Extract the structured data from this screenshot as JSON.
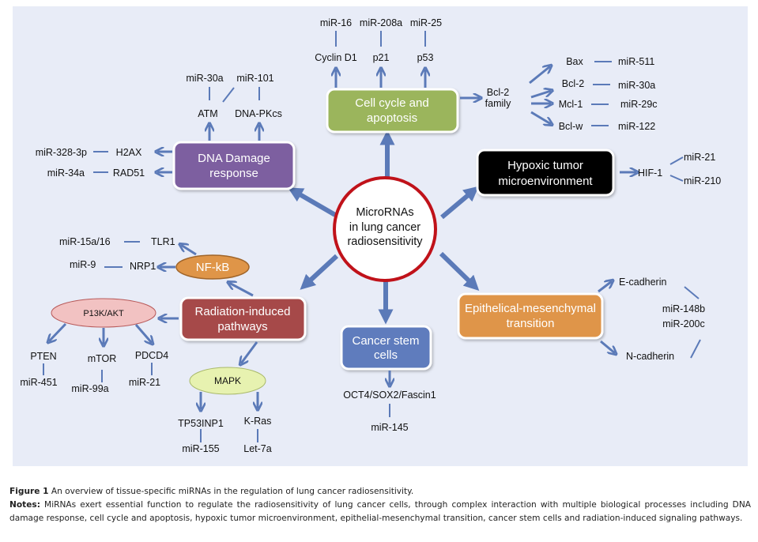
{
  "center": {
    "lines": [
      "MicroRNAs",
      "in lung cancer",
      "radiosensitivity"
    ],
    "stroke_color": "#c0121a"
  },
  "boxes": {
    "dna_damage": {
      "lines": [
        "DNA Damage",
        "response"
      ],
      "color": "#7d5fa0"
    },
    "cell_cycle": {
      "lines": [
        "Cell cycle and",
        "apoptosis"
      ],
      "color": "#9bb55b"
    },
    "hypoxic": {
      "lines": [
        "Hypoxic tumor",
        "microenvironment"
      ],
      "color": "#000000"
    },
    "radiation": {
      "lines": [
        "Radiation-induced",
        "pathways"
      ],
      "color": "#a64a4a"
    },
    "stem": {
      "lines": [
        "Cancer stem",
        "cells"
      ],
      "color": "#5f7bbd"
    },
    "emt": {
      "lines": [
        "Epithelical-mesenchymal",
        "transition"
      ],
      "color": "#df9548"
    }
  },
  "ovals": {
    "nfkb": {
      "label": "NF-kB",
      "color": "#df9548"
    },
    "pi3k": {
      "label": "P13K/AKT",
      "color": "#f2c2c2"
    },
    "mapk": {
      "label": "MAPK",
      "color": "#e7f2b0"
    }
  },
  "dna_damage": {
    "targets": [
      "ATM",
      "DNA-PKcs",
      "H2AX",
      "RAD51"
    ],
    "mirnas": [
      "miR-30a",
      "miR-101",
      "miR-328-3p",
      "miR-34a"
    ]
  },
  "cell_cycle": {
    "targets": [
      "Cyclin D1",
      "p21",
      "p53"
    ],
    "mirnas": [
      "miR-16",
      "miR-208a",
      "miR-25"
    ],
    "bcl2_family": [
      "Bcl-2",
      "family"
    ],
    "bcl2_members": [
      "Bax",
      "Bcl-2",
      "Mcl-1",
      "Bcl-w"
    ],
    "bcl2_mirnas": [
      "miR-511",
      "miR-30a",
      "miR-29c",
      "miR-122"
    ]
  },
  "hypoxic": {
    "target": "HIF-1",
    "mirnas": [
      "miR-21",
      "miR-210"
    ]
  },
  "nfkb": {
    "targets": [
      "TLR1",
      "NRP1"
    ],
    "mirnas": [
      "miR-15a/16",
      "miR-9"
    ]
  },
  "pi3k": {
    "targets": [
      "PTEN",
      "mTOR",
      "PDCD4"
    ],
    "mirnas": [
      "miR-451",
      "miR-99a",
      "miR-21"
    ]
  },
  "mapk": {
    "targets": [
      "TP53INP1",
      "K-Ras"
    ],
    "mirnas": [
      "miR-155",
      "Let-7a"
    ]
  },
  "stem": {
    "target": "OCT4/SOX2/Fascin1",
    "mirna": "miR-145"
  },
  "emt": {
    "targets": [
      "E-cadherin",
      "N-cadherin"
    ],
    "mirnas": [
      "miR-148b",
      "miR-200c"
    ]
  },
  "caption": {
    "figure_label": "Figure 1",
    "figure_text": " An overview of tissue-specific miRNAs in the regulation of lung cancer radiosensitivity.",
    "notes_label": "Notes:",
    "notes_text": " MiRNAs exert essential function to regulate the radiosensitivity of lung cancer cells, through complex interaction with multiple biological processes including DNA damage response, cell cycle and apoptosis, hypoxic tumor microenvironment, epithelial-mesenchymal transition, cancer stem cells and radiation-induced signaling pathways."
  }
}
